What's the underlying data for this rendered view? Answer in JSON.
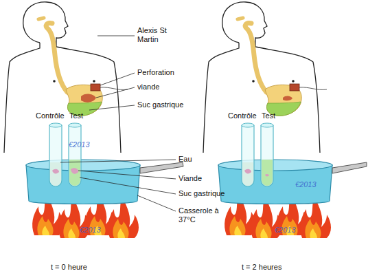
{
  "diagram": {
    "labels": [
      "Alexis St Martin",
      "Perforation",
      "viande",
      "Suc gastrique",
      "Contrôle",
      "Test",
      "Eau",
      "Viande",
      "Suc gastrique",
      "Casserole à 37°C",
      "t = 0 heure",
      "Contrôle",
      "Test",
      "t = 2 heures",
      "€2013",
      "€2013",
      "€2013",
      "€2013"
    ]
  }
}
